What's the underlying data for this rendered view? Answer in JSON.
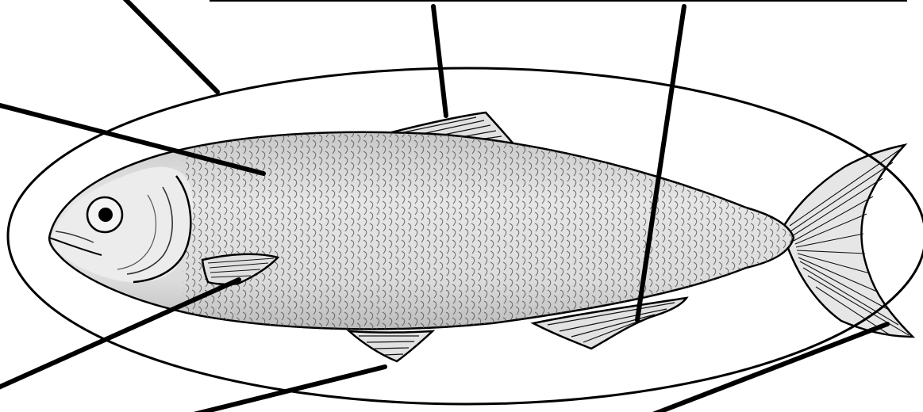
{
  "diagram": {
    "subject": "fish-anatomy-worksheet",
    "label_lines": [
      {
        "name": "body-leader-line"
      },
      {
        "name": "dorsal-fin-leader-line"
      },
      {
        "name": "anal-fin-leader-line"
      },
      {
        "name": "scales-leader-line"
      },
      {
        "name": "pectoral-fin-leader-line"
      },
      {
        "name": "pelvic-fin-leader-line"
      },
      {
        "name": "caudal-fin-leader-line"
      }
    ],
    "label_boxes": [],
    "colors": {
      "ink": "#000000",
      "body_fill": "#d9d9d9",
      "body_shade": "#bdbdbd",
      "background": "#ffffff"
    }
  }
}
